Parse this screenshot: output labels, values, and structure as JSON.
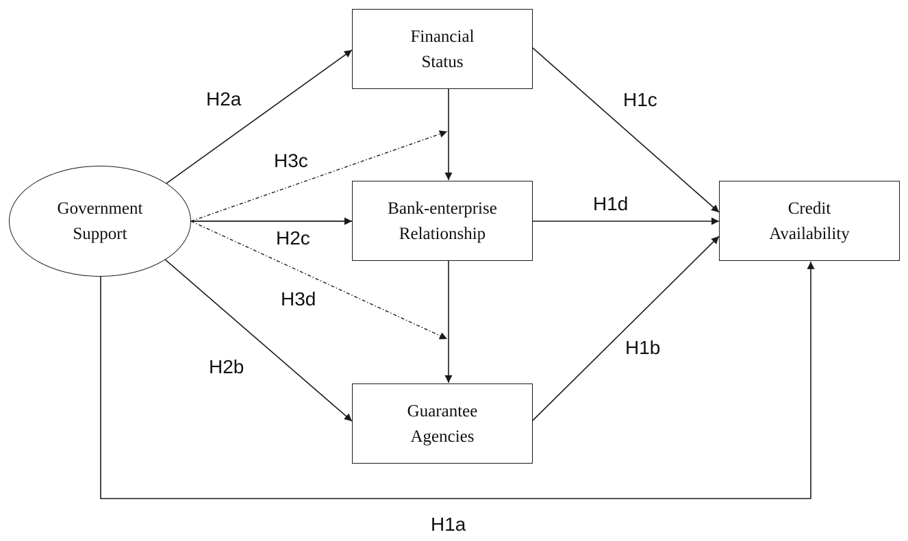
{
  "diagram": {
    "nodes": {
      "government_support": {
        "lines": [
          "Government",
          "Support"
        ]
      },
      "financial_status": {
        "lines": [
          "Financial",
          "Status"
        ]
      },
      "bank_enterprise": {
        "lines": [
          "Bank-enterprise",
          "Relationship"
        ]
      },
      "guarantee_agencies": {
        "lines": [
          "Guarantee",
          "Agencies"
        ]
      },
      "credit_availability": {
        "lines": [
          "Credit",
          "Availability"
        ]
      }
    },
    "hypotheses": {
      "h1a": "H1a",
      "h1b": "H1b",
      "h1c": "H1c",
      "h1d": "H1d",
      "h2a": "H2a",
      "h2b": "H2b",
      "h2c": "H2c",
      "h3c": "H3c",
      "h3d": "H3d"
    },
    "style": {
      "line_color": "#1a1a1a",
      "text_color": "#111111",
      "background": "#ffffff"
    }
  }
}
